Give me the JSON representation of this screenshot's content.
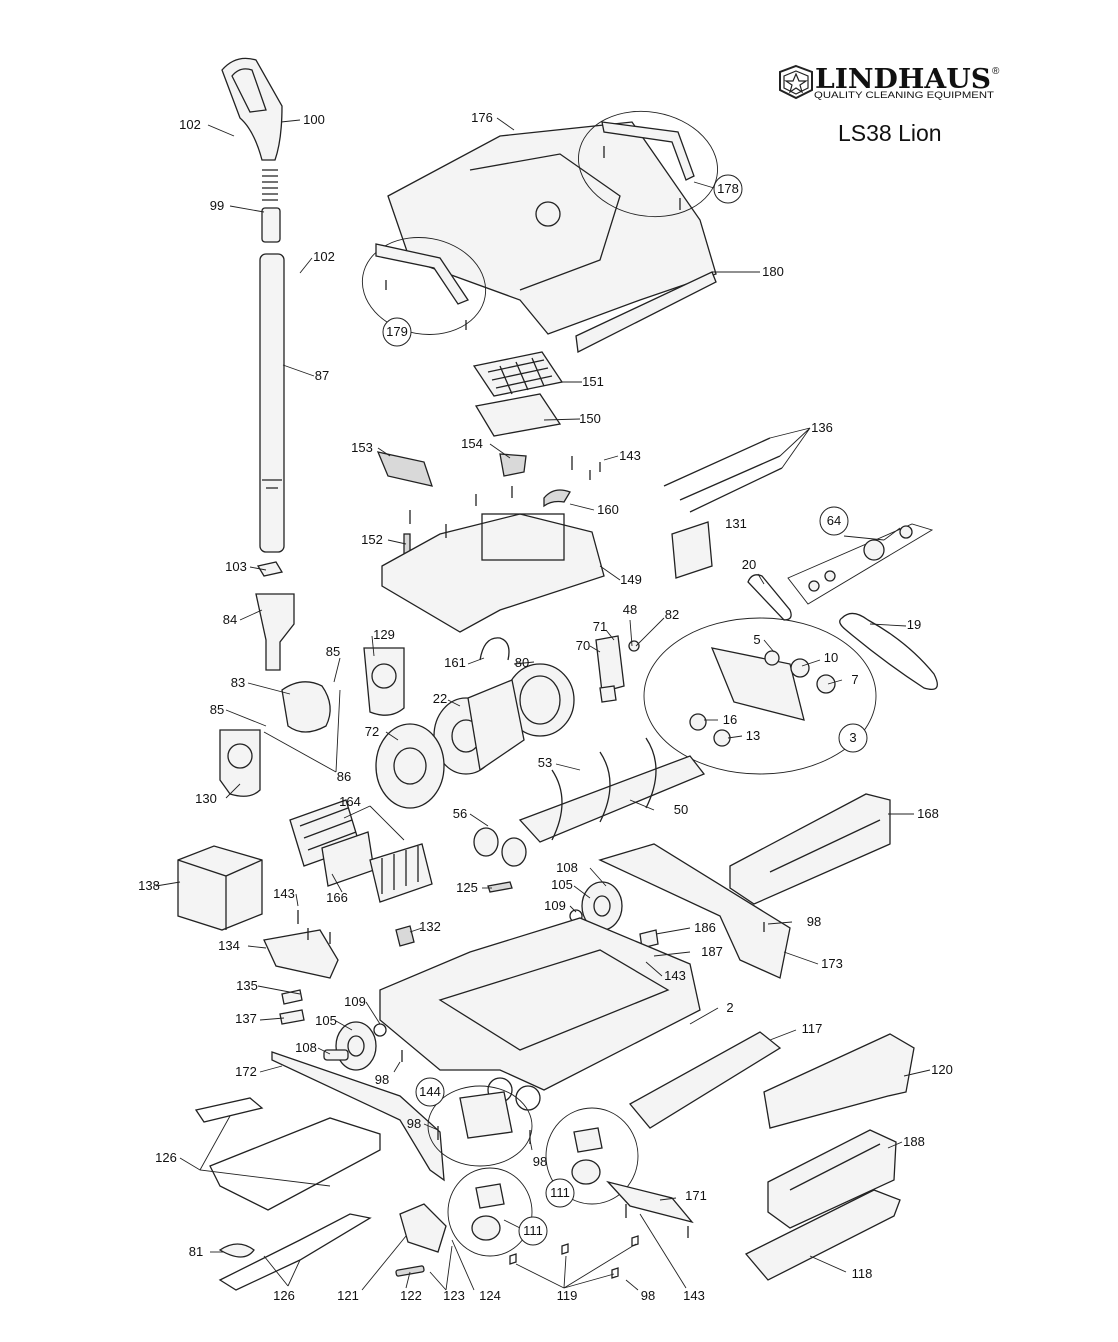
{
  "brand": {
    "name": "LINDHAUS",
    "registered_mark": "®",
    "tagline": "QUALITY CLEANING EQUIPMENT",
    "model": "LS38 Lion"
  },
  "parts": [
    {
      "id": "100"
    },
    {
      "id": "102"
    },
    {
      "id": "99"
    },
    {
      "id": "102"
    },
    {
      "id": "87"
    },
    {
      "id": "103"
    },
    {
      "id": "84"
    },
    {
      "id": "85"
    },
    {
      "id": "83"
    },
    {
      "id": "85"
    },
    {
      "id": "86"
    },
    {
      "id": "129"
    },
    {
      "id": "130"
    },
    {
      "id": "176"
    },
    {
      "id": "178"
    },
    {
      "id": "179"
    },
    {
      "id": "180"
    },
    {
      "id": "151"
    },
    {
      "id": "150"
    },
    {
      "id": "153"
    },
    {
      "id": "154"
    },
    {
      "id": "143"
    },
    {
      "id": "160"
    },
    {
      "id": "152"
    },
    {
      "id": "149"
    },
    {
      "id": "136"
    },
    {
      "id": "131"
    },
    {
      "id": "64"
    },
    {
      "id": "20"
    },
    {
      "id": "19"
    },
    {
      "id": "48"
    },
    {
      "id": "82"
    },
    {
      "id": "71"
    },
    {
      "id": "70"
    },
    {
      "id": "161"
    },
    {
      "id": "80"
    },
    {
      "id": "22"
    },
    {
      "id": "72"
    },
    {
      "id": "5"
    },
    {
      "id": "10"
    },
    {
      "id": "7"
    },
    {
      "id": "16"
    },
    {
      "id": "13"
    },
    {
      "id": "3"
    },
    {
      "id": "53"
    },
    {
      "id": "50"
    },
    {
      "id": "56"
    },
    {
      "id": "164"
    },
    {
      "id": "166"
    },
    {
      "id": "168"
    },
    {
      "id": "138"
    },
    {
      "id": "143"
    },
    {
      "id": "125"
    },
    {
      "id": "108"
    },
    {
      "id": "105"
    },
    {
      "id": "109"
    },
    {
      "id": "132"
    },
    {
      "id": "134"
    },
    {
      "id": "186"
    },
    {
      "id": "187"
    },
    {
      "id": "143"
    },
    {
      "id": "98"
    },
    {
      "id": "173"
    },
    {
      "id": "135"
    },
    {
      "id": "109"
    },
    {
      "id": "137"
    },
    {
      "id": "105"
    },
    {
      "id": "2"
    },
    {
      "id": "117"
    },
    {
      "id": "108"
    },
    {
      "id": "172"
    },
    {
      "id": "98"
    },
    {
      "id": "120"
    },
    {
      "id": "144"
    },
    {
      "id": "98"
    },
    {
      "id": "98"
    },
    {
      "id": "188"
    },
    {
      "id": "126"
    },
    {
      "id": "111"
    },
    {
      "id": "171"
    },
    {
      "id": "111"
    },
    {
      "id": "81"
    },
    {
      "id": "126"
    },
    {
      "id": "121"
    },
    {
      "id": "122"
    },
    {
      "id": "123"
    },
    {
      "id": "124"
    },
    {
      "id": "119"
    },
    {
      "id": "98"
    },
    {
      "id": "143"
    },
    {
      "id": "118"
    }
  ]
}
